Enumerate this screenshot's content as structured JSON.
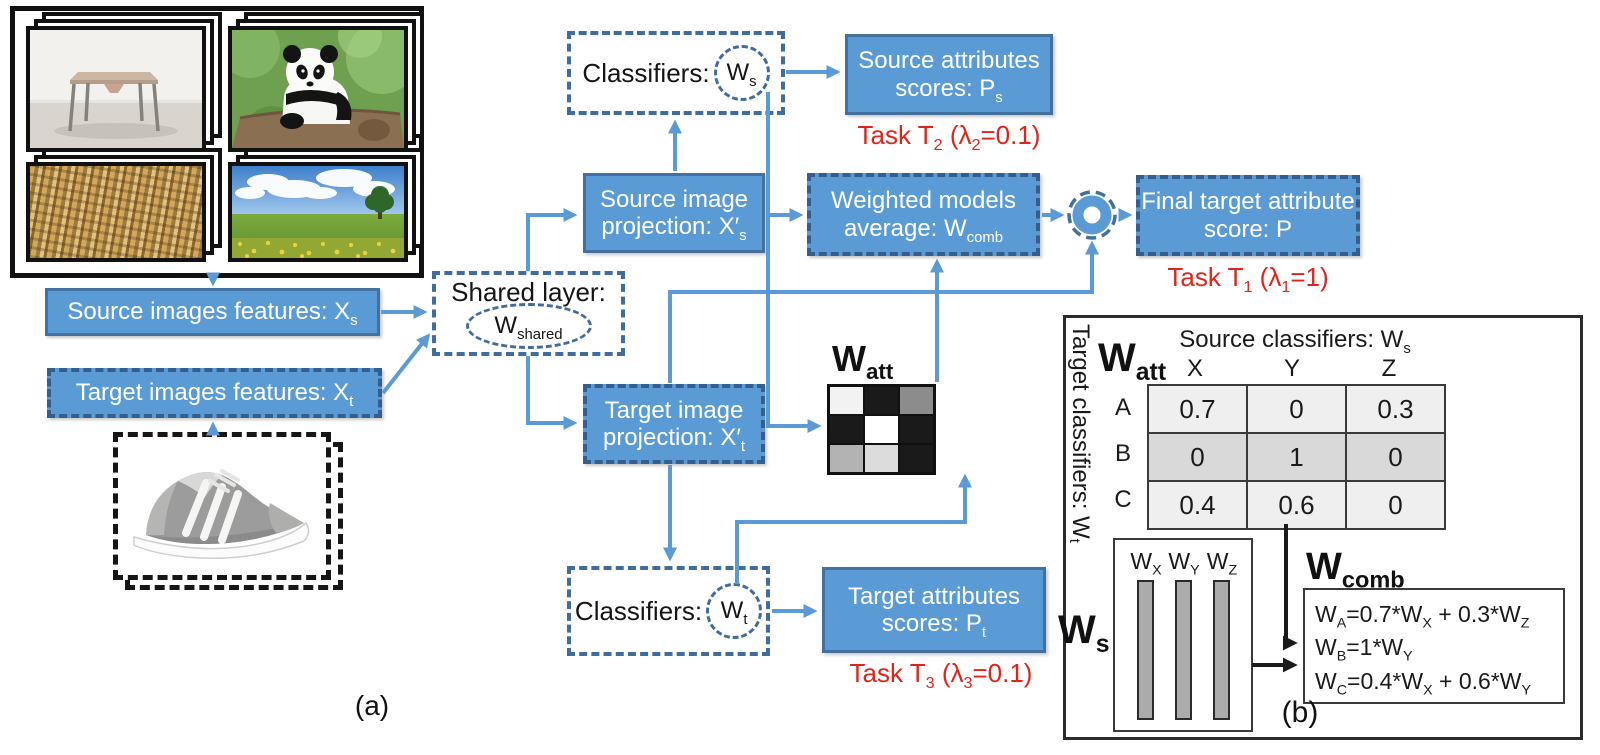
{
  "colors": {
    "box_fill": "#5b9bd5",
    "box_border": "#41719c",
    "arrow_blue": "#5b9bd5",
    "dash_border": "#3f6e9e",
    "task_red": "#e2231a",
    "bar_gray": "#ababab",
    "row_light": "#efefef",
    "row_dark": "#d9d9d9",
    "matrix": [
      [
        "#f2f2f2",
        "#1a1a1a",
        "#8c8c8c"
      ],
      [
        "#1a1a1a",
        "#ffffff",
        "#1a1a1a"
      ],
      [
        "#b3b3b3",
        "#dcdcdc",
        "#1a1a1a"
      ]
    ]
  },
  "panel_a": {
    "caption": "(a)",
    "photos": {
      "top_left": "table-photo",
      "top_right": "panda-photo",
      "bottom_left": "wheat-photo",
      "bottom_right": "meadow-photo",
      "target": "sneaker-photo"
    },
    "source_features": [
      {
        "t": "Source images features: X"
      },
      {
        "t": "s",
        "sub": true
      }
    ],
    "target_features": [
      {
        "t": "Target images features: X"
      },
      {
        "t": "t",
        "sub": true
      }
    ],
    "shared_layer_title": "Shared layer:",
    "shared_layer_w": [
      {
        "t": "W"
      },
      {
        "t": "shared",
        "sub": true
      }
    ],
    "classifiers_label_s": "Classifiers:",
    "classifiers_label_t": "Classifiers:",
    "ws": [
      {
        "t": "W"
      },
      {
        "t": "s",
        "sub": true
      }
    ],
    "wt": [
      {
        "t": "W"
      },
      {
        "t": "t",
        "sub": true
      }
    ],
    "source_projection": [
      {
        "t": "Source image projection: X′"
      },
      {
        "t": "s",
        "sub": true
      }
    ],
    "target_projection": [
      {
        "t": "Target image projection: X′"
      },
      {
        "t": "t",
        "sub": true
      }
    ],
    "source_scores": [
      {
        "t": "Source attributes scores: P"
      },
      {
        "t": "s",
        "sub": true
      }
    ],
    "target_scores": [
      {
        "t": "Target attributes scores: P"
      },
      {
        "t": "t",
        "sub": true
      }
    ],
    "weighted_models": [
      {
        "t": "Weighted models average: W"
      },
      {
        "t": "comb",
        "sub": true
      }
    ],
    "final_score": [
      {
        "t": "Final target attribute score: P"
      }
    ],
    "task1": [
      {
        "t": "Task T"
      },
      {
        "t": "1",
        "sub": true
      },
      {
        "t": " (λ"
      },
      {
        "t": "1",
        "sub": true
      },
      {
        "t": "=1)"
      }
    ],
    "task2": [
      {
        "t": "Task T"
      },
      {
        "t": "2",
        "sub": true
      },
      {
        "t": " (λ"
      },
      {
        "t": "2",
        "sub": true
      },
      {
        "t": "=0.1)"
      }
    ],
    "task3": [
      {
        "t": "Task T"
      },
      {
        "t": "3",
        "sub": true
      },
      {
        "t": " (λ"
      },
      {
        "t": "3",
        "sub": true
      },
      {
        "t": "=0.1)"
      }
    ],
    "watt_label": [
      {
        "t": "W"
      },
      {
        "t": "att",
        "sub": true
      }
    ]
  },
  "panel_b": {
    "caption": "(b)",
    "watt_label": [
      {
        "t": "W"
      },
      {
        "t": "att",
        "sub": true
      }
    ],
    "header": [
      {
        "t": "Source classifiers: W"
      },
      {
        "t": "s",
        "sub": true
      }
    ],
    "side_label": [
      {
        "t": "Target classifiers: W"
      },
      {
        "t": "t",
        "sub": true
      }
    ],
    "columns": [
      "X",
      "Y",
      "Z"
    ],
    "rows": [
      {
        "label": "A",
        "values": [
          "0.7",
          "0",
          "0.3"
        ],
        "shade": "light"
      },
      {
        "label": "B",
        "values": [
          "0",
          "1",
          "0"
        ],
        "shade": "dark"
      },
      {
        "label": "C",
        "values": [
          "0.4",
          "0.6",
          "0"
        ],
        "shade": "light"
      }
    ],
    "ws_label": [
      {
        "t": "W"
      },
      {
        "t": "s",
        "sub": true
      }
    ],
    "bar_labels": [
      [
        {
          "t": "W"
        },
        {
          "t": "X",
          "sub": true
        }
      ],
      [
        {
          "t": "W"
        },
        {
          "t": "Y",
          "sub": true
        }
      ],
      [
        {
          "t": "W"
        },
        {
          "t": "Z",
          "sub": true
        }
      ]
    ],
    "wcomb_label": [
      {
        "t": "W"
      },
      {
        "t": "comb",
        "sub": true
      }
    ],
    "equations": [
      [
        {
          "t": "W"
        },
        {
          "t": "A",
          "sub": true
        },
        {
          "t": "=0.7*W"
        },
        {
          "t": "X",
          "sub": true
        },
        {
          "t": " + 0.3*W"
        },
        {
          "t": "Z",
          "sub": true
        }
      ],
      [
        {
          "t": "W"
        },
        {
          "t": "B",
          "sub": true
        },
        {
          "t": "=1*W"
        },
        {
          "t": "Y",
          "sub": true
        }
      ],
      [
        {
          "t": "W"
        },
        {
          "t": "C",
          "sub": true
        },
        {
          "t": "=0.4*W"
        },
        {
          "t": "X",
          "sub": true
        },
        {
          "t": " + 0.6*W"
        },
        {
          "t": "Y",
          "sub": true
        }
      ]
    ]
  }
}
